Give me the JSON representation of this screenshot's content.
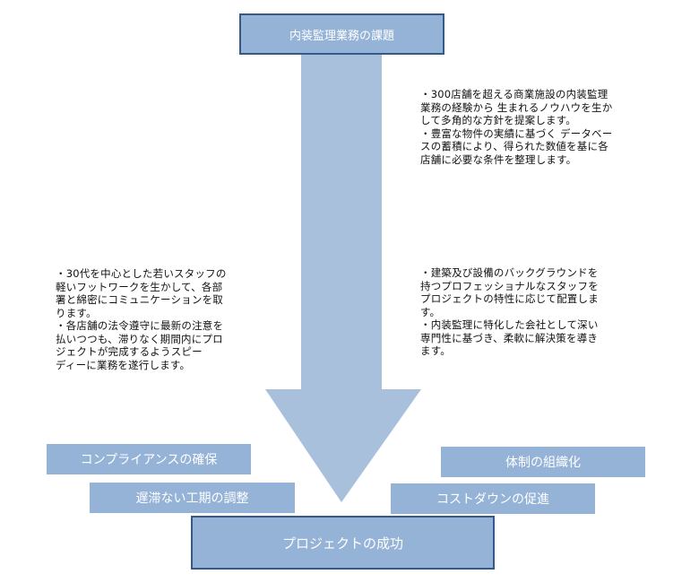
{
  "header": {
    "title": "内装監理業務の課題"
  },
  "notes": {
    "top_right": "・300店舗を超える商業施設の内装監理\n業務の経験から 生まれるノウハウを生か\nして多角的な方針を提案します。\n・豊富な物件の実績に基づく データベー\nスの蓄積により、得られた数値を基に各\n店舗に必要な条件を整理します。",
    "left": "・30代を中心とした若いスタッフの\n軽いフットワークを生かして、各部\n署と綿密にコミュニケーションを取\nります。\n・各店舗の法令遵守に最新の注意を\n払いつつも、滞りなく期間内にプロ\nジェクトが完成するようスピー\nディーに業務を遂行します。",
    "bottom_right": "・建築及び設備のバックグラウンドを\n持つプロフェッショナルなスタッフを\nプロジェクトの特性に応じて配置しま\nす。\n・内装監理に特化した会社として深い\n専門性に基づき、柔軟に解決策を導き\nます。"
  },
  "tags": {
    "compliance": "コンプライアンスの確保",
    "schedule": "遅滞ない工期の調整",
    "organization": "体制の組織化",
    "cost": "コストダウンの促進"
  },
  "footer": {
    "result": "プロジェクトの成功"
  },
  "colors": {
    "fill": "#95b3d7",
    "border": "#345a8a",
    "arrow": "#a8c0dc"
  }
}
